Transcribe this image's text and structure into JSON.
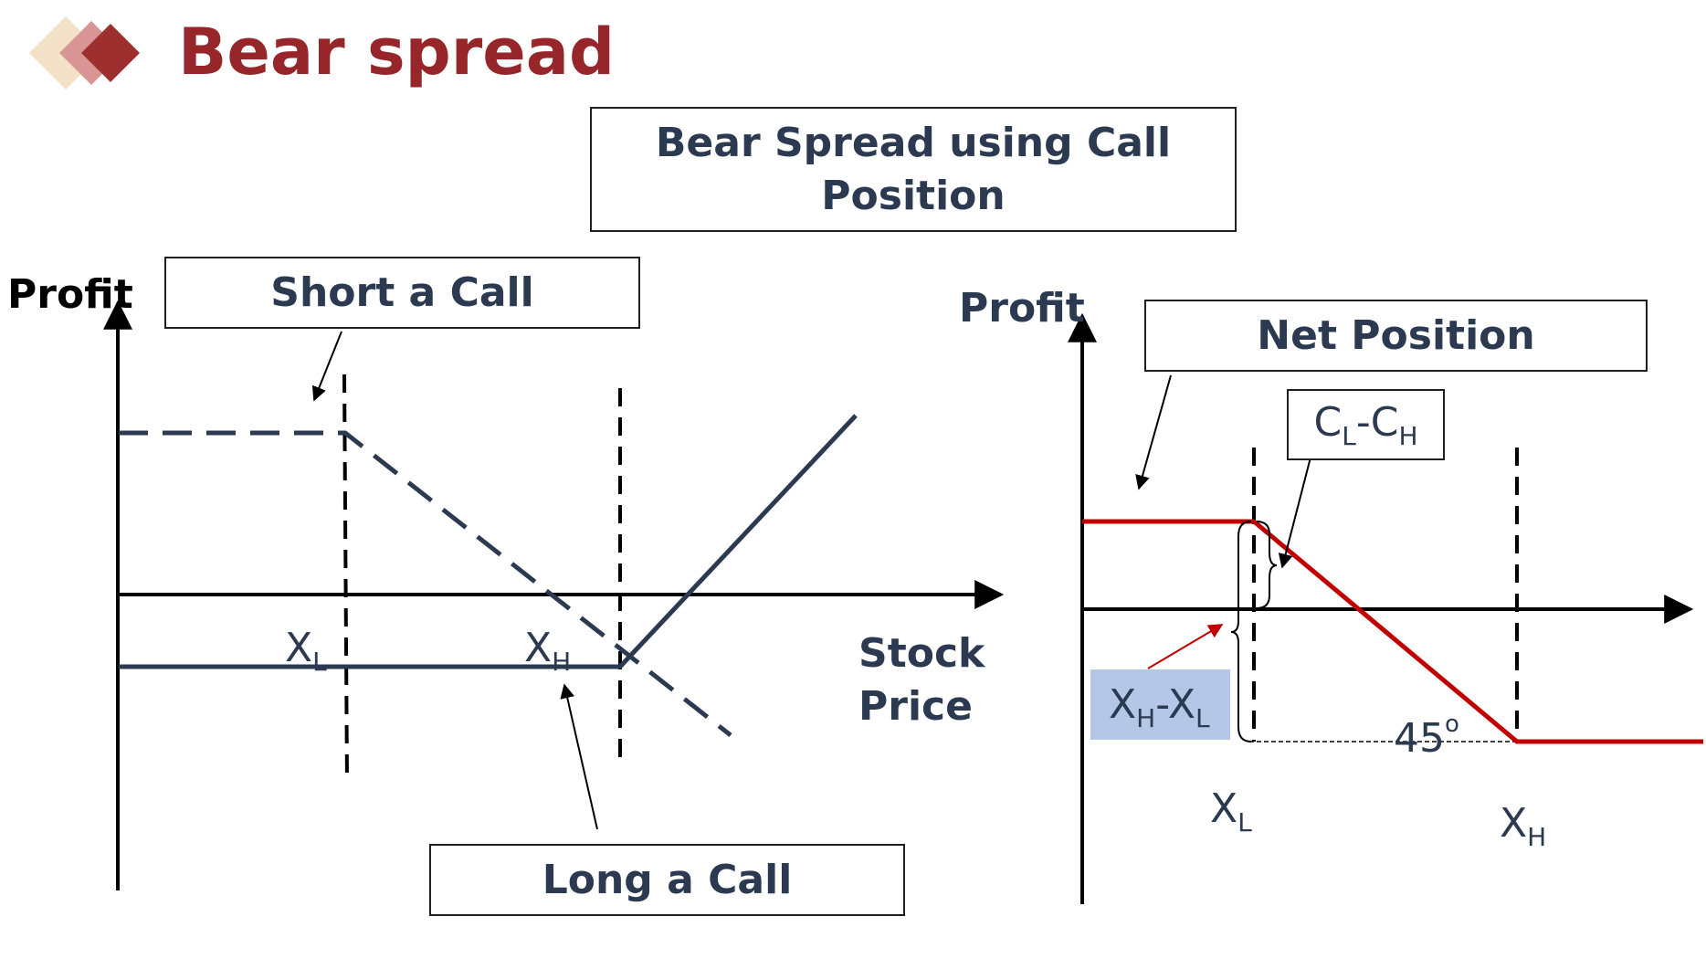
{
  "slide": {
    "title": "Bear spread",
    "main_box": "Bear Spread using Call Position"
  },
  "left_chart": {
    "y_label": "Profit",
    "x_label_line1": "Stock",
    "x_label_line2": "Price",
    "short_call_label": "Short a Call",
    "long_call_label": "Long a Call",
    "xl_main": "X",
    "xl_sub": "L",
    "xh_main": "X",
    "xh_sub": "H"
  },
  "right_chart": {
    "y_label": "Profit",
    "net_position_label": "Net Position",
    "cl_ch_label": {
      "c1": "C",
      "s1": "L",
      "mid": "-C",
      "s2": "H"
    },
    "xh_xl_label": {
      "a": "X",
      "sa": "H",
      "mid": "-X",
      "sb": "L"
    },
    "angle_label": "45",
    "angle_sup": "o",
    "xl_main": "X",
    "xl_sub": "L",
    "xh_main": "X",
    "xh_sub": "H"
  },
  "colors": {
    "title": "#96262a",
    "payoff_line": "#2b3a50",
    "net_line": "#c00000",
    "highlight": "#b4c7e7"
  }
}
